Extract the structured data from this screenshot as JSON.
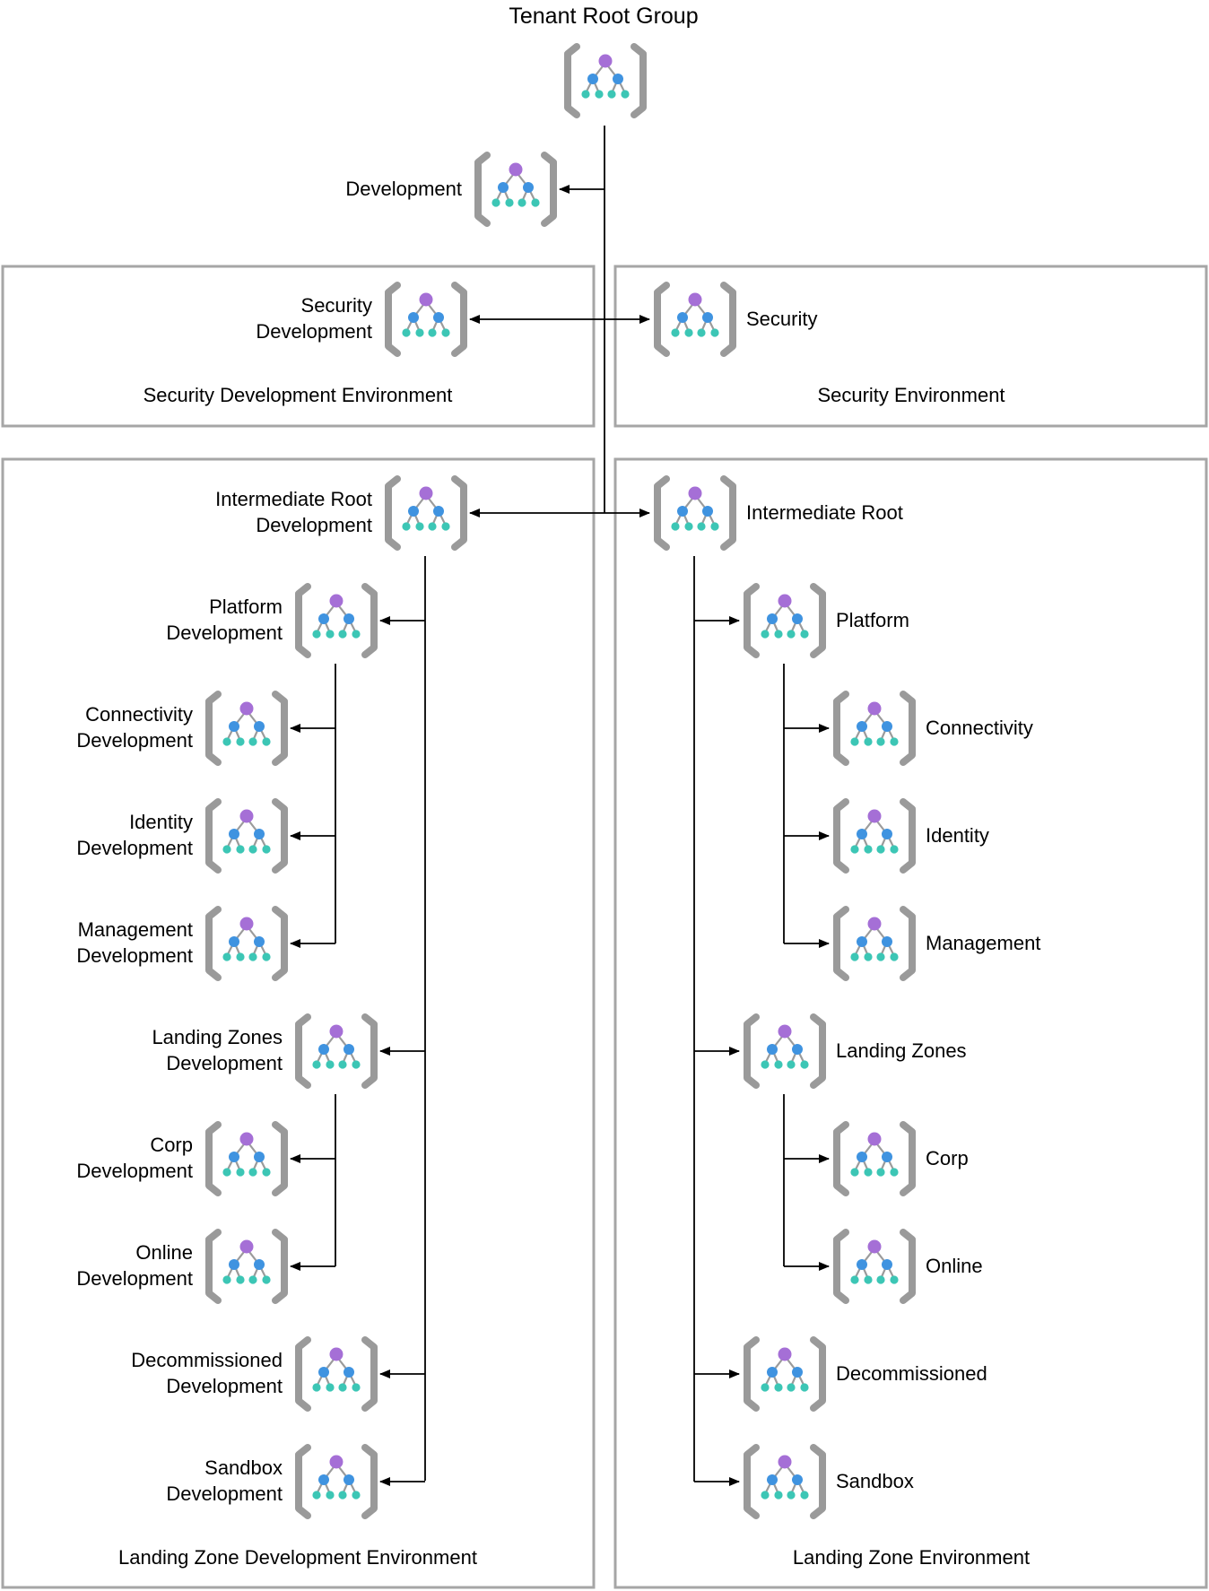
{
  "title": "Tenant Root Group",
  "nodes": {
    "development": "Development",
    "security_development": [
      "Security",
      "Development"
    ],
    "security": "Security",
    "intermediate_root_development": [
      "Intermediate Root",
      "Development"
    ],
    "intermediate_root": "Intermediate Root",
    "platform_development": [
      "Platform",
      "Development"
    ],
    "connectivity_development": [
      "Connectivity",
      "Development"
    ],
    "identity_development": [
      "Identity",
      "Development"
    ],
    "management_development": [
      "Management",
      "Development"
    ],
    "landing_zones_development": [
      "Landing Zones",
      "Development"
    ],
    "corp_development": [
      "Corp",
      "Development"
    ],
    "online_development": [
      "Online",
      "Development"
    ],
    "decommissioned_development": [
      "Decommissioned",
      "Development"
    ],
    "sandbox_development": [
      "Sandbox",
      "Development"
    ],
    "platform": "Platform",
    "connectivity": "Connectivity",
    "identity": "Identity",
    "management": "Management",
    "landing_zones": "Landing Zones",
    "corp": "Corp",
    "online": "Online",
    "decommissioned": "Decommissioned",
    "sandbox": "Sandbox"
  },
  "environments": {
    "security_development": "Security Development Environment",
    "security": "Security Environment",
    "landing_zone_development": "Landing Zone Development Environment",
    "landing_zone": "Landing Zone Environment"
  },
  "icon": "management-group-icon",
  "colors": {
    "bracket": "#9a9a9a",
    "top_node": "#a56fd6",
    "mid_node": "#3f93e0",
    "leaf_node": "#3cc6b5",
    "edge": "#000000",
    "box_border": "#a6a6a6"
  }
}
